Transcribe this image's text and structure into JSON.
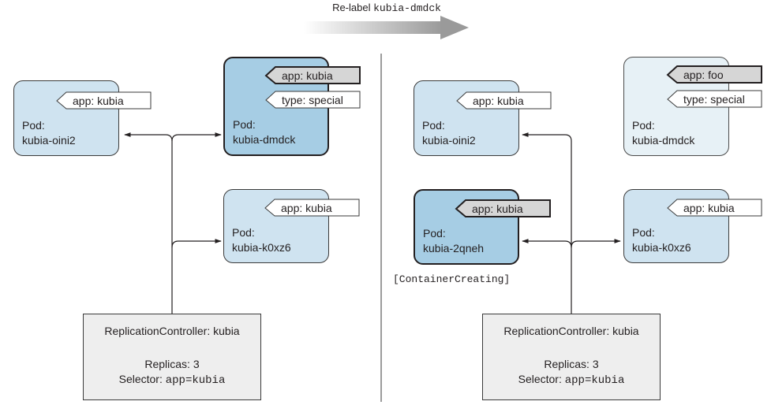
{
  "header": {
    "prefix": "Re-label",
    "pod_name": "kubia-dmdck"
  },
  "left": {
    "pods": [
      {
        "labels": [
          "app: kubia"
        ],
        "title": "Pod:",
        "name": "kubia-oini2"
      },
      {
        "labels": [
          "app: kubia",
          "type: special"
        ],
        "title": "Pod:",
        "name": "kubia-dmdck"
      },
      {
        "labels": [
          "app: kubia"
        ],
        "title": "Pod:",
        "name": "kubia-k0xz6"
      }
    ],
    "rc": {
      "title": "ReplicationController: kubia",
      "replicas": "Replicas: 3",
      "selector_prefix": "Selector:",
      "selector_value": "app=kubia"
    }
  },
  "right": {
    "pods": [
      {
        "labels": [
          "app: kubia"
        ],
        "title": "Pod:",
        "name": "kubia-oini2"
      },
      {
        "labels": [
          "app: foo",
          "type: special"
        ],
        "title": "Pod:",
        "name": "kubia-dmdck"
      },
      {
        "labels": [
          "app: kubia"
        ],
        "title": "Pod:",
        "name": "kubia-2qneh"
      },
      {
        "labels": [
          "app: kubia"
        ],
        "title": "Pod:",
        "name": "kubia-k0xz6"
      }
    ],
    "status": "[ContainerCreating]",
    "rc": {
      "title": "ReplicationController: kubia",
      "replicas": "Replicas: 3",
      "selector_prefix": "Selector:",
      "selector_value": "app=kubia"
    }
  }
}
